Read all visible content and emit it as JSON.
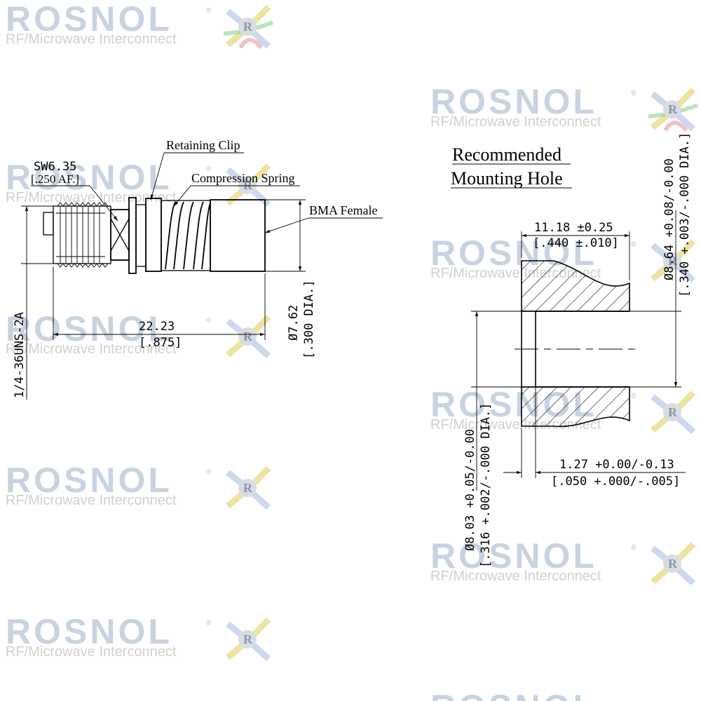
{
  "watermark": {
    "brand": "ROSNOL",
    "subtitle": "RF/Microwave Interconnect",
    "registered": "®",
    "logo_letter": "R"
  },
  "connector": {
    "callouts": {
      "retaining_clip": "Retaining Clip",
      "compression_spring": "Compression Spring",
      "bma_female": "BMA Female"
    },
    "dimensions": {
      "hex_mm": "SW6.35",
      "hex_in": "[.250 AF.]",
      "length_mm": "22.23",
      "length_in": "[.875]",
      "diameter_mm": "Ø7.62",
      "diameter_in": "[.300 DIA.]",
      "thread": "1/4-36UNS-2A"
    }
  },
  "mounting_hole": {
    "title_line1": "Recommended",
    "title_line2": "Mounting Hole",
    "dimensions": {
      "depth_mm": "11.18 ±0.25",
      "depth_in": "[.440 ±.010]",
      "outer_dia_mm": "Ø8.64 +0.08/-0.00",
      "outer_dia_in": "[.340 +.003/-.000 DIA.]",
      "inner_dia_mm": "Ø8.03 +0.05/-0.00",
      "inner_dia_in": "[.316 +.002/-.000 DIA.]",
      "step_mm": "1.27 +0.00/-0.13",
      "step_in": "[.050 +.000/-.005]"
    }
  }
}
